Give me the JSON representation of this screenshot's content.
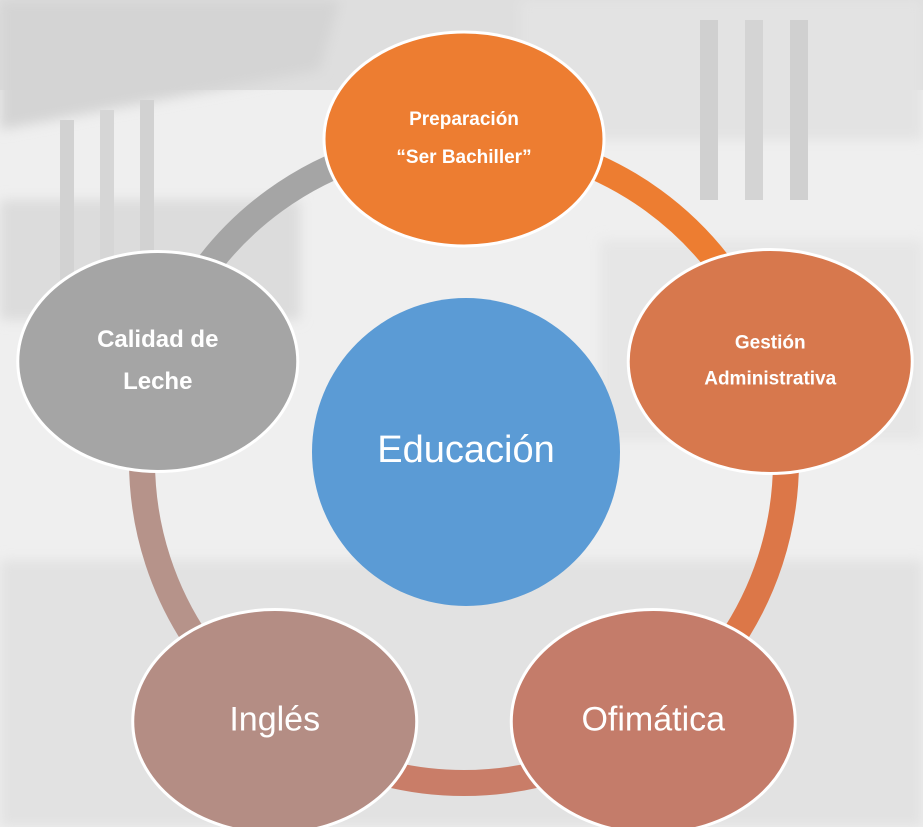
{
  "diagram": {
    "center": {
      "label": "Educación",
      "color": "#5b9bd5"
    },
    "nodes": [
      {
        "lines": [
          "Preparación",
          "“Ser Bachiller”"
        ],
        "color": "#ed7d31",
        "bold": true
      },
      {
        "lines": [
          "Gestión",
          "Administrativa"
        ],
        "color": "#d7784d",
        "bold": true
      },
      {
        "lines": [
          "Ofimática"
        ],
        "color": "#c47c6a",
        "bold": false
      },
      {
        "lines": [
          "Inglés"
        ],
        "color": "#b48d84",
        "bold": false
      },
      {
        "lines": [
          "Calidad de",
          "Leche"
        ],
        "color": "#a5a5a5",
        "bold": true
      }
    ],
    "ring_segment_colors": [
      "#ed7d31",
      "#dc7748",
      "#c97d68",
      "#b6938a",
      "#a5a5a5"
    ]
  }
}
